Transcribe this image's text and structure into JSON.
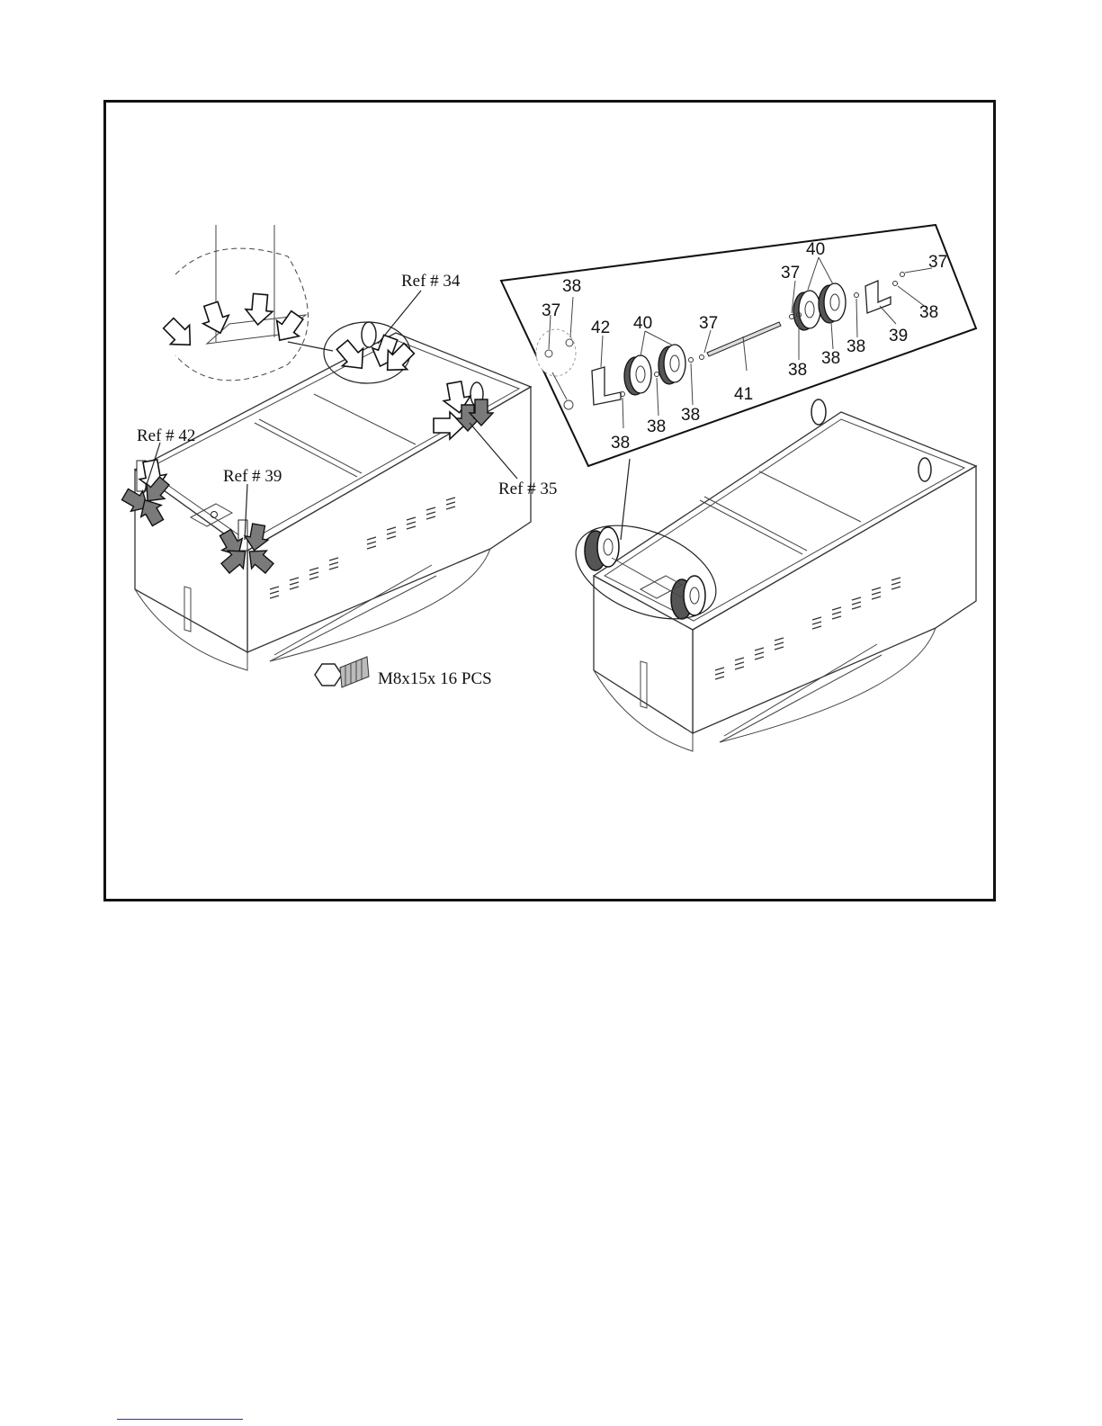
{
  "callouts": {
    "ref34": "Ref # 34",
    "ref35": "Ref # 35",
    "ref39": "Ref # 39",
    "ref42": "Ref # 42",
    "bolt": "M8x15x 16 PCS"
  },
  "part_numbers": [
    {
      "id": "p37a",
      "text": "37"
    },
    {
      "id": "p38a",
      "text": "38"
    },
    {
      "id": "p42",
      "text": "42"
    },
    {
      "id": "p40a",
      "text": "40"
    },
    {
      "id": "p37b",
      "text": "37"
    },
    {
      "id": "p38b",
      "text": "38"
    },
    {
      "id": "p38c",
      "text": "38"
    },
    {
      "id": "p38d",
      "text": "38"
    },
    {
      "id": "p41",
      "text": "41"
    },
    {
      "id": "p40b",
      "text": "40"
    },
    {
      "id": "p37c",
      "text": "37"
    },
    {
      "id": "p37d",
      "text": "37"
    },
    {
      "id": "p38e",
      "text": "38"
    },
    {
      "id": "p38f",
      "text": "38"
    },
    {
      "id": "p38g",
      "text": "38"
    },
    {
      "id": "p39",
      "text": "39"
    },
    {
      "id": "p38h",
      "text": "38"
    }
  ],
  "colors": {
    "ink": "#111111",
    "arrow_fill_dark": "#7a7a7a",
    "arrow_fill_light": "#ffffff",
    "footer_link_rule": "#2233cc"
  }
}
